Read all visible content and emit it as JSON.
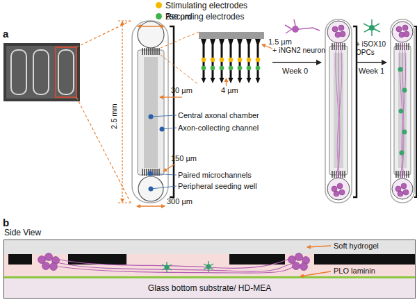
{
  "diagram": {
    "nodes": [
      {
        "text": [
          "Side View"
        ]
      },
      {
        "text": [
          "Glass bottom substrate/ HD-MEA"
        ],
        "in": 0
      }
    ],
    "labels": [
      "a",
      "250 µm",
      "2.5 mm",
      "1.5 µm",
      "4 µm",
      "30 µm",
      "Central axonal chamber",
      "Axon-collecting channel",
      "150 µm",
      "Paired microchannels",
      "Peripheral seeding well",
      "300 µm",
      "+ iNGN2 neuron",
      "Week 0",
      "+ iSOX10 OPCs",
      "Week 1",
      "b",
      "Soft hydrogel",
      "PLO laminin"
    ],
    "legend": [
      {
        "text": "Stimulating electrodes",
        "color": "#f5b700"
      },
      {
        "text": "Recording electrodes",
        "color": "#3fb24a"
      }
    ]
  }
}
